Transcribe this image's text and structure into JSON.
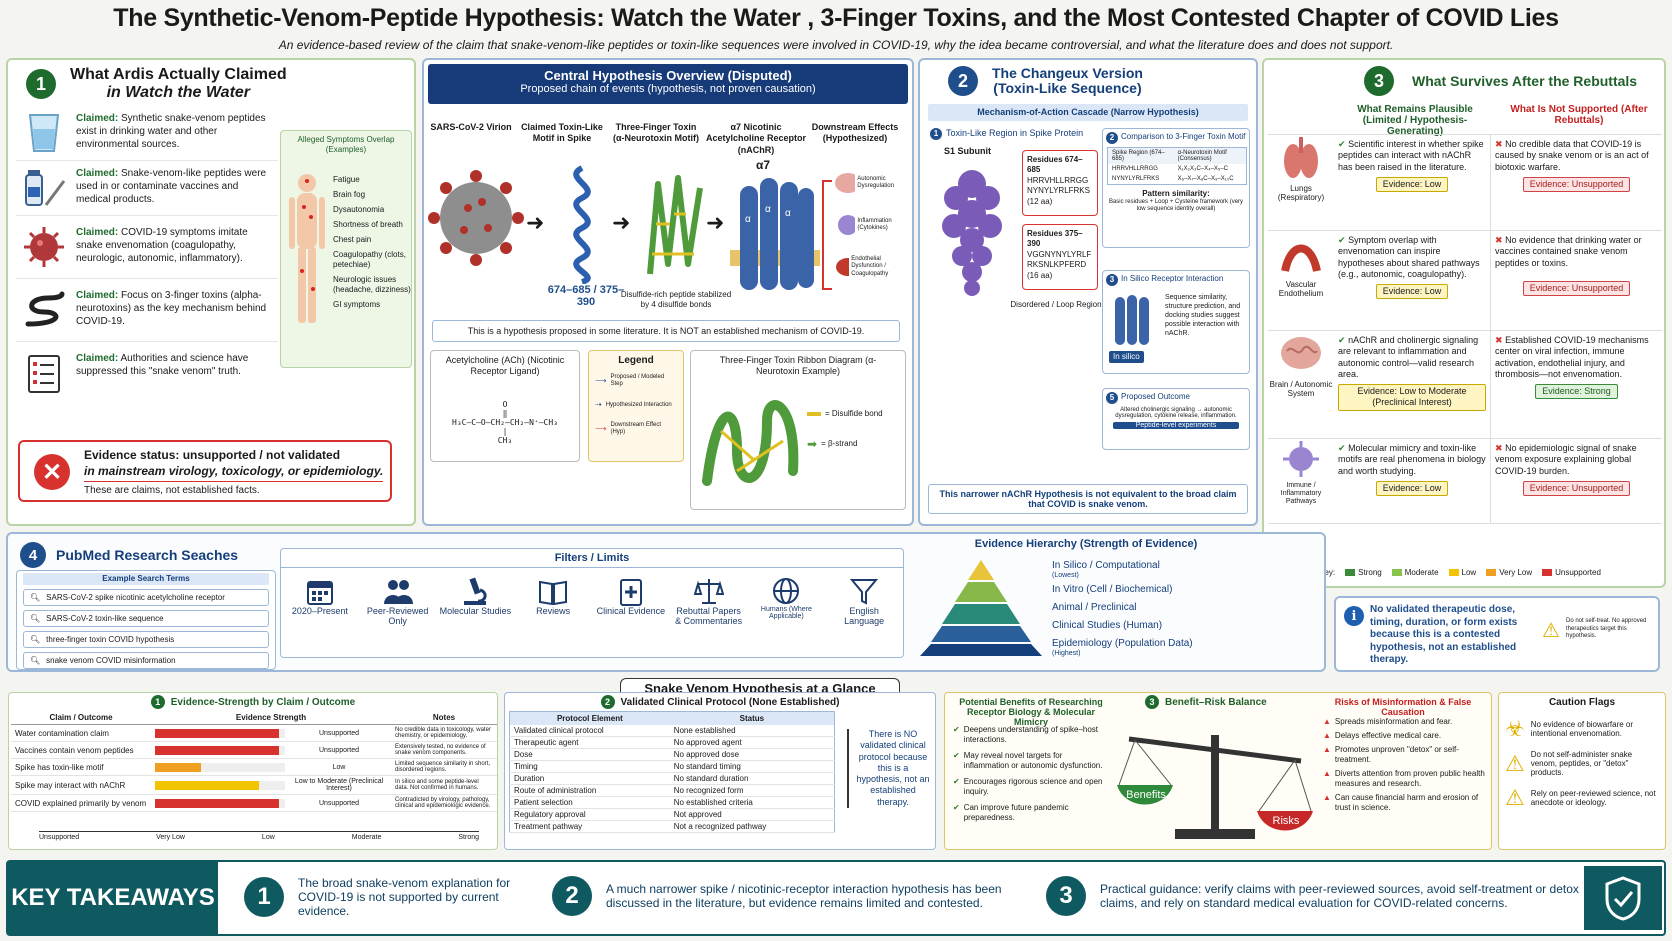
{
  "header": {
    "title": "The Synthetic-Venom-Peptide Hypothesis: Watch the Water , 3-Finger Toxins, and the Most Contested Chapter of COVID Lies",
    "subtitle": "An evidence-based review of the claim that snake-venom-like peptides or toxin-like sequences were involved in COVID-19, why the idea became controversial, and what the literature does and does not support."
  },
  "s1": {
    "num": "1",
    "title1": "What Ardis Actually Claimed",
    "title2": "in Watch the Water",
    "claims": [
      {
        "label": "Claimed:",
        "text": "Synthetic snake-venom peptides exist in drinking water and other environmental sources.",
        "icon": "water-glass-icon"
      },
      {
        "label": "Claimed:",
        "text": "Snake-venom-like peptides were used in or contaminate vaccines and medical products.",
        "icon": "vaccine-vial-icon"
      },
      {
        "label": "Claimed:",
        "text": "COVID-19 symptoms imitate snake envenomation (coagulopathy, neurologic, autonomic, inflammatory).",
        "icon": "virus-icon"
      },
      {
        "label": "Claimed:",
        "text": "Focus on 3-finger toxins (alpha-neurotoxins) as the key mechanism behind COVID-19.",
        "icon": "snake-icon"
      },
      {
        "label": "Claimed:",
        "text": "Authorities and science have suppressed this \"snake venom\" truth.",
        "icon": "checklist-icon"
      }
    ],
    "symptoms_title": "Alleged Symptoms Overlap (Examples)",
    "symptoms": [
      "Fatigue",
      "Brain fog",
      "Dysautonomia",
      "Shortness of breath",
      "Chest pain",
      "Coagulopathy (clots, petechiae)",
      "Neurologic issues (headache, dizziness)",
      "GI symptoms"
    ],
    "status_line1": "Evidence status: unsupported / not validated",
    "status_line2": "in mainstream virology, toxicology, or epidemiology.",
    "status_line3": "These are claims, not established facts."
  },
  "central": {
    "title": "Central Hypothesis Overview (Disputed)",
    "subtitle": "Proposed chain of events (hypothesis, not proven causation)",
    "steps": [
      "SARS-CoV-2 Virion",
      "Claimed Toxin-Like Motif in Spike",
      "Three-Finger Toxin (α-Neurotoxin Motif)",
      "α7 Nicotinic Acetylcholine Receptor (nAChR)",
      "Downstream Effects (Hypothesized)"
    ],
    "motif_ranges": "674–685 / 375–390",
    "disulfide_note": "Disulfide-rich peptide stabilized by 4 disulfide bonds",
    "a7": "α7",
    "effects": [
      "Autonomic Dysregulation",
      "Inflammation (Cytokines)",
      "Endothelial Dysfunction / Coagulopathy"
    ],
    "note": "This is a hypothesis proposed in some literature. It is NOT an established mechanism of COVID-19.",
    "ach_title": "Acetylcholine (ACh) (Nicotinic Receptor Ligand)",
    "legend_title": "Legend",
    "legend": [
      "Proposed / Modeled Step",
      "Hypothesized Interaction",
      "Downstream Effect (Hyp)"
    ],
    "ribbon_title": "Three-Finger Toxin Ribbon Diagram (α-Neurotoxin Example)",
    "ribbon_legend": [
      "= Disulfide bond",
      "= β-strand"
    ]
  },
  "s2": {
    "num": "2",
    "title": "The Changeux Version",
    "title2": "(Toxin-Like Sequence)",
    "cascade": "Mechanism-of-Action Cascade (Narrow Hypothesis)",
    "step1": "Toxin-Like Region in Spike Protein",
    "s1sub": "S1 Subunit",
    "res1_title": "Residues 674–685",
    "res1_seq": "HRRVHLLRRGG NYNYLYRLFRKS",
    "res1_len": "(12 aa)",
    "res2_title": "Residues 375–390",
    "res2_seq": "VGGNYNYLYRLF RKSNLKPFERD",
    "res2_len": "(16 aa)",
    "region": "Disordered / Loop Region",
    "step2": "Comparison to 3-Finger Toxin Motif",
    "col1": "Spike Region (674–685)",
    "col2": "α-Neurotoxin Motif (Consensus)",
    "row1a": "HRRVHLLRRGG",
    "row1b": "X₁X₂X₃C–X₄–X₅–C",
    "row2a": "NYNYLYRLFRKS",
    "row2b": "X₆–X₇–X₈C–X₉–X₁₀C",
    "pattern_title": "Pattern similarity:",
    "pattern_text": "Basic residues + Loop + Cysteine framework (very low sequence identity overall)",
    "step3": "In Silico Receptor Interaction",
    "step3_text": "Sequence similarity, structure prediction, and docking studies suggest possible interaction with nAChR.",
    "insilico": "In silico",
    "step5": "Proposed Outcome",
    "step5_text": "Altered cholinergic signaling → autonomic dysregulation, cytokine release, inflammation.",
    "peptide": "Peptide-level experiments",
    "note": "This narrower nAChR Hypothesis is not equivalent to the broad claim that COVID is snake venom."
  },
  "s3": {
    "num": "3",
    "title": "What Survives After the Rebuttals",
    "col_left": "What Remains Plausible (Limited / Hypothesis-Generating)",
    "col_right": "What Is Not Supported (After Rebuttals)",
    "rows": [
      {
        "organ": "Lungs (Respiratory)",
        "icon": "lungs-icon",
        "plausible": "Scientific interest in whether spike peptides can interact with nAChR has been raised in the literature.",
        "pe": "Evidence: Low",
        "not": "No credible data that COVID-19 is caused by snake venom or is an act of biotoxic warfare.",
        "ne": "Evidence: Unsupported"
      },
      {
        "organ": "Vascular Endothelium",
        "icon": "vessel-icon",
        "plausible": "Symptom overlap with envenomation can inspire hypotheses about shared pathways (e.g., autonomic, coagulopathy).",
        "pe": "Evidence: Low",
        "not": "No evidence that drinking water or vaccines contained snake venom peptides or toxins.",
        "ne": "Evidence: Unsupported"
      },
      {
        "organ": "Brain / Autonomic System",
        "icon": "brain-icon",
        "plausible": "nAChR and cholinergic signaling are relevant to inflammation and autonomic control—valid research area.",
        "pe": "Evidence: Low to Moderate (Preclinical Interest)",
        "not": "Established COVID-19 mechanisms center on viral infection, immune activation, endothelial injury, and thrombosis—not envenomation.",
        "ne": "Evidence: Strong"
      },
      {
        "organ": "Immune / Inflammatory Pathways",
        "icon": "immune-cell-icon",
        "plausible": "Molecular mimicry and toxin-like motifs are real phenomena in biology and worth studying.",
        "pe": "Evidence: Low",
        "not": "No epidemiologic signal of snake venom exposure explaining global COVID-19 burden.",
        "ne": "Evidence: Unsupported"
      }
    ],
    "key_label": "Evidence Key:",
    "key": [
      {
        "label": "Strong",
        "color": "#3a8a3a"
      },
      {
        "label": "Moderate",
        "color": "#8ac34a"
      },
      {
        "label": "Low",
        "color": "#f2c400"
      },
      {
        "label": "Very Low",
        "color": "#f0a020"
      },
      {
        "label": "Unsupported",
        "color": "#d8322f"
      }
    ],
    "info": "No validated therapeutic dose, timing, duration, or form exists because this is a contested hypothesis, not an established therapy.",
    "warn": "Do not self-treat. No approved therapeutics target this hypothesis."
  },
  "s4": {
    "num": "4",
    "title": "PubMed Research Seaches",
    "ex_title": "Example Search Terms",
    "searches": [
      "SARS-CoV-2 spike nicotinic   acetylcholine receptor",
      "SARS-CoV-2 toxin-like sequence",
      "three-finger toxin COVID hypothesis",
      "snake venom COVID misinformation"
    ],
    "filters_title": "Filters / Limits",
    "filters": [
      {
        "label": "2020–Present",
        "icon": "calendar-icon"
      },
      {
        "label": "Peer-Reviewed Only",
        "icon": "people-icon"
      },
      {
        "label": "Molecular Studies",
        "icon": "microscope-icon"
      },
      {
        "label": "Reviews",
        "icon": "book-icon"
      },
      {
        "label": "Clinical Evidence",
        "icon": "clipboard-icon"
      },
      {
        "label": "Rebuttal Papers & Commentaries",
        "icon": "scales-icon"
      },
      {
        "label": "Humans (Where Applicable)",
        "icon": "globe-icon"
      },
      {
        "label": "English Language",
        "icon": "filter-icon"
      }
    ]
  },
  "hierarchy": {
    "title": "Evidence Hierarchy  (Strength of Evidence)",
    "levels": [
      "In Silico / Computational",
      "(Lowest)",
      "In Vitro (Cell / Biochemical)",
      "Animal / Preclinical",
      "Clinical Studies (Human)",
      "Epidemiology (Population Data)",
      "(Highest)"
    ]
  },
  "glance": {
    "title": "Snake Venom Hypothesis at  a  Glance"
  },
  "strength": {
    "num": "1",
    "title": "Evidence-Strength by Claim / Outcome",
    "col1": "Claim / Outcome",
    "col2": "Evidence Strength",
    "col3": "Notes",
    "rows": [
      {
        "claim": "Water contamination claim",
        "rating": "Unsupported",
        "value": 0.95,
        "color": "#d8322f",
        "note": "No credible data in toxicology, water chemistry, or epidemiology."
      },
      {
        "claim": "Vaccines contain venom peptides",
        "rating": "Unsupported",
        "value": 0.95,
        "color": "#d8322f",
        "note": "Extensively tested, no evidence of snake venom components."
      },
      {
        "claim": "Spike has toxin-like motif",
        "rating": "Low",
        "value": 0.35,
        "color": "#f0a020",
        "note": "Limited sequence similarity in short, disordered regions."
      },
      {
        "claim": "Spike may interact with nAChR",
        "rating": "Low to Moderate (Preclinical Interest)",
        "value": 0.8,
        "color": "#f2c400",
        "note": "In silico and some peptide-level data. Not confirmed in humans."
      },
      {
        "claim": "COVID explained primarily by venom",
        "rating": "Unsupported",
        "value": 0.95,
        "color": "#d8322f",
        "note": "Contradicted by virology, pathology, clinical and epidemiologic evidence."
      }
    ],
    "scale": [
      "Unsupported",
      "Very Low",
      "Low",
      "Moderate",
      "Strong"
    ]
  },
  "protocol": {
    "num": "2",
    "title": "Validated Clinical Protocol (None Established)",
    "col1": "Protocol Element",
    "col2": "Status",
    "rows": [
      [
        "Validated clinical protocol",
        "None established"
      ],
      [
        "Therapeutic agent",
        "No approved agent"
      ],
      [
        "Dose",
        "No approved dose"
      ],
      [
        "Timing",
        "No standard timing"
      ],
      [
        "Duration",
        "No standard duration"
      ],
      [
        "Route of administration",
        "No recognized form"
      ],
      [
        "Patient selection",
        "No established criteria"
      ],
      [
        "Regulatory approval",
        "Not approved"
      ],
      [
        "Treatment pathway",
        "Not a recognized pathway"
      ]
    ],
    "side": "There is NO validated clinical protocol because this is a hypothesis, not an established therapy."
  },
  "balance": {
    "num": "3",
    "title": "Benefit–Risk Balance",
    "left_title": "Potential Benefits of Researching Receptor Biology & Molecular Mimicry",
    "benefits": [
      "Deepens understanding of spike–host interactions.",
      "May reveal novel targets for inflammation or autonomic dysfunction.",
      "Encourages rigorous science and open inquiry.",
      "Can improve future pandemic preparedness."
    ],
    "benefit_label": "Benefits",
    "risk_label": "Risks",
    "right_title": "Risks of Misinformation & False Causation",
    "risks": [
      "Spreads misinformation and fear.",
      "Delays effective medical care.",
      "Promotes unproven \"detox\" or self-treatment.",
      "Diverts attention from proven public health measures and research.",
      "Can cause financial harm and erosion of trust in science."
    ]
  },
  "caution": {
    "title": "Caution Flags",
    "flags": [
      "No evidence of biowarfare or intentional envenomation.",
      "Do not self-administer snake venom, peptides, or \"detox\" products.",
      "Rely on peer-reviewed science, not anecdote or ideology."
    ]
  },
  "takeaways": {
    "title": "KEY TAKEAWAYS",
    "items": [
      {
        "n": "1",
        "text": "The broad snake-venom explanation for COVID-19 is not supported by current evidence."
      },
      {
        "n": "2",
        "text": "A much narrower spike / nicotinic-receptor interaction hypothesis has been discussed in the literature, but evidence remains limited and contested."
      },
      {
        "n": "3",
        "text": "Practical guidance: verify claims with peer-reviewed sources, avoid self-treatment or detox claims, and rely on standard medical evaluation for COVID-related concerns."
      }
    ]
  }
}
